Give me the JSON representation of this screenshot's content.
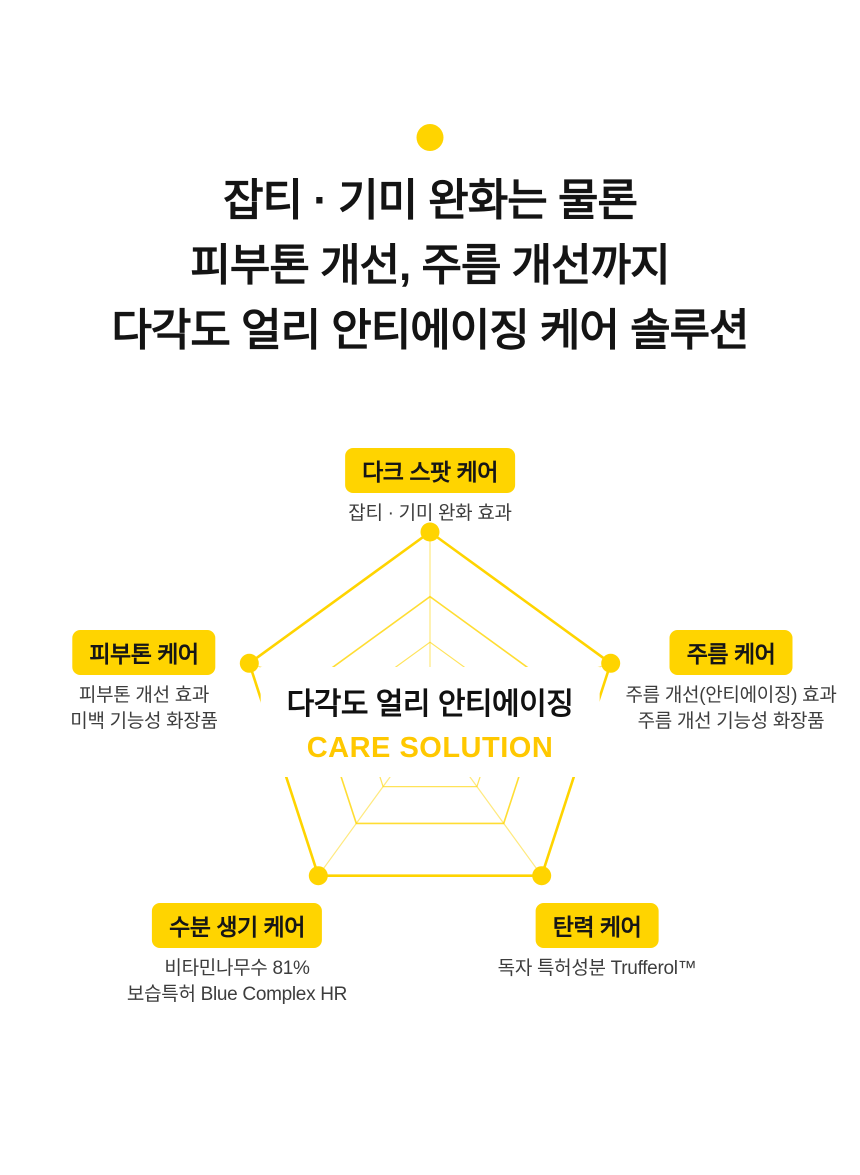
{
  "page": {
    "background_color": "#FFFFFF",
    "accent_color": "#FFD400",
    "care_solution_text_color": "#FFC800"
  },
  "header": {
    "title_lines": [
      "잡티 · 기미 완화는 물론",
      "피부톤 개선, 주름 개선까지",
      "다각도 얼리 안티에이징 케어 솔루션"
    ]
  },
  "diagram": {
    "type": "pentagon-radar",
    "center": {
      "title": "다각도 얼리 안티에이징",
      "subtitle": "CARE SOLUTION"
    },
    "nodes": [
      {
        "id": "dark-spot-care",
        "position": "top",
        "label": "다크 스팟 케어",
        "description_lines": [
          "잡티 · 기미 완화 효과"
        ]
      },
      {
        "id": "skin-tone-care",
        "position": "left",
        "label": "피부톤 케어",
        "description_lines": [
          "피부톤 개선 효과",
          "미백 기능성 화장품"
        ]
      },
      {
        "id": "wrinkle-care",
        "position": "right",
        "label": "주름 케어",
        "description_lines": [
          "주름 개선(안티에이징) 효과",
          "주름 개선 기능성 화장품"
        ]
      },
      {
        "id": "moisture-care",
        "position": "bottom-left",
        "label": "수분 생기 케어",
        "description_lines": [
          "비타민나무수 81%",
          "보습특허 Blue Complex HR"
        ]
      },
      {
        "id": "elasticity-care",
        "position": "bottom-right",
        "label": "탄력 케어",
        "description_lines": [
          "독자 특허성분 Trufferol™"
        ]
      }
    ]
  }
}
